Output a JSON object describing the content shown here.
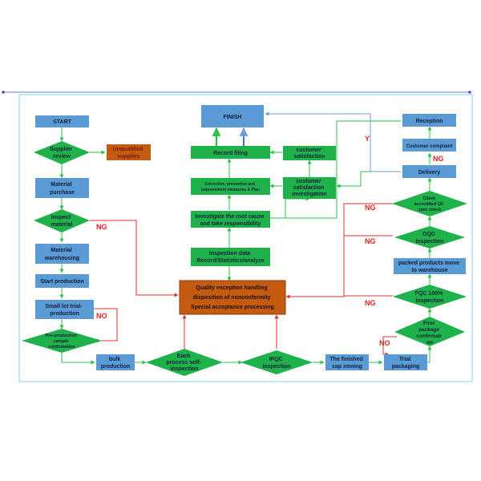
{
  "colors": {
    "blue_box": "#5b9bd5",
    "green_shape": "#1fb24a",
    "orange_box": "#c55a11",
    "frame": "#7fd6e8",
    "flow_line": "#2ebf4f",
    "exception_line": "#e03030",
    "feedback_line": "#6f9ccf",
    "top_line": "#6a7fcf",
    "ng_color": "#e02020",
    "y_color": "#e02020"
  },
  "nodes": {
    "start": "START",
    "supplier_review": [
      "Supplier",
      "review"
    ],
    "unqualified_suppliers": [
      "Unqualified",
      "supplies"
    ],
    "material_purchase": [
      "Material",
      "purchase"
    ],
    "inspect_material": [
      "Inspect",
      "material"
    ],
    "material_warehousing": [
      "Material",
      "warehousing"
    ],
    "start_production": "Start production",
    "small_lot_trial": [
      "Small lot trial-",
      "production"
    ],
    "pre_production_sample": [
      "Pre-production",
      "sample",
      "confirmation"
    ],
    "bulk_production": [
      "bulk",
      "production"
    ],
    "each_process_self_inspection": [
      "Each",
      "process self-",
      "inspection"
    ],
    "ipqc_inspection": [
      "IPQC",
      "inspection"
    ],
    "finished_cap_ironing": [
      "The finished",
      "cap ironing"
    ],
    "trial_packaging": [
      "Trial",
      "packaging"
    ],
    "first_package_confirmation": [
      "First",
      "package",
      "confirmati",
      "on"
    ],
    "fqc_inspection": [
      "FQC 100%",
      "inspection"
    ],
    "packed_products_move": [
      "packed products move",
      "to warehouse"
    ],
    "oqc_inspection": [
      "OQC",
      "inspection"
    ],
    "client_accredited_qc": [
      "Client",
      "accredited QC",
      "spot check"
    ],
    "delivery": "Delivery",
    "customer_complaint": "Customer complaint",
    "reception": "Reception",
    "finish": "FINISH",
    "record_filing": "Record filing",
    "customer_satisfaction": [
      "customer",
      "satisfaction"
    ],
    "corrective_measures": [
      "Corrective, preventive and",
      "improvement measures & Plan"
    ],
    "customer_satisfaction_investigation": [
      "customer",
      "satisfaction",
      "investigation"
    ],
    "investigate_root_cause": [
      "Investigate the root cause",
      "and take responsibility"
    ],
    "inspection_data": [
      "Inspection data",
      "Record/Statistics/analyze"
    ],
    "quality_exception": [
      "Quality exception handling",
      "disposition of nonconformity",
      "Special acceptance processing"
    ]
  },
  "flow_labels": {
    "ng": "NG",
    "no": "NO",
    "y": "Y"
  }
}
